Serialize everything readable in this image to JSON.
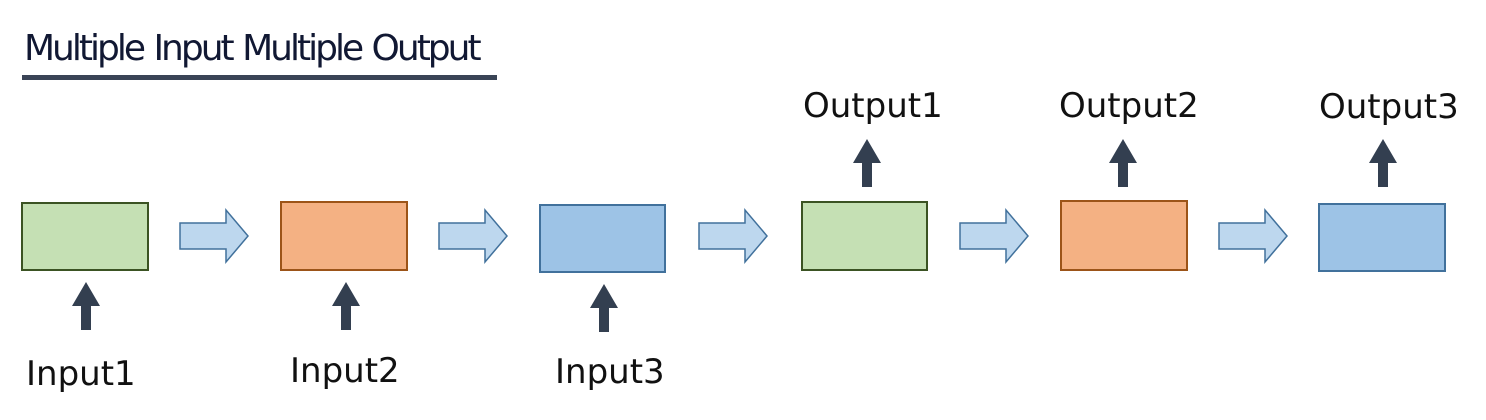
{
  "title": "Multiple Input Multiple Output",
  "inputs": [
    "Input1",
    "Input2",
    "Input3"
  ],
  "outputs": [
    "Output1",
    "Output2",
    "Output3"
  ],
  "colors": {
    "green_fill": "#c5e0b4",
    "green_stroke": "#3b5323",
    "orange_fill": "#f4b183",
    "orange_stroke": "#9c5418",
    "blue_fill": "#9dc3e6",
    "blue_stroke": "#41719c",
    "flow_arrow_fill": "#bdd7ee",
    "flow_arrow_stroke": "#41719c",
    "io_arrow": "#333f50",
    "title_text": "#111833",
    "title_underline": "#3a4456"
  }
}
